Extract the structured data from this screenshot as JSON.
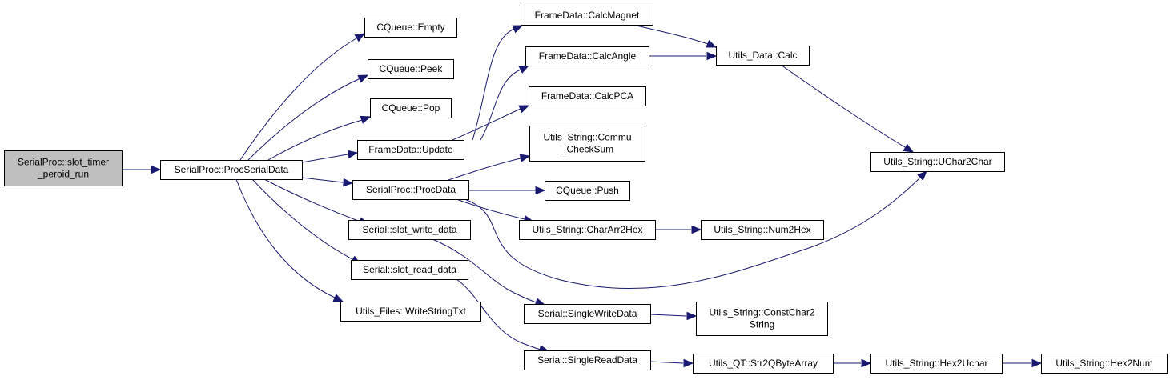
{
  "colors": {
    "edge": "#191970",
    "root_fill": "#bfbfbf",
    "node_fill": "#ffffff",
    "node_stroke": "#000000"
  },
  "nodes": [
    {
      "id": "slot_timer",
      "lines": [
        "SerialProc::slot_timer",
        "_peroid_run"
      ],
      "root": true
    },
    {
      "id": "ProcSerialData",
      "lines": [
        "SerialProc::ProcSerialData"
      ]
    },
    {
      "id": "CQ_Empty",
      "lines": [
        "CQueue::Empty"
      ]
    },
    {
      "id": "CQ_Peek",
      "lines": [
        "CQueue::Peek"
      ]
    },
    {
      "id": "CQ_Pop",
      "lines": [
        "CQueue::Pop"
      ]
    },
    {
      "id": "FD_Update",
      "lines": [
        "FrameData::Update"
      ]
    },
    {
      "id": "SP_ProcData",
      "lines": [
        "SerialProc::ProcData"
      ]
    },
    {
      "id": "S_write",
      "lines": [
        "Serial::slot_write_data"
      ]
    },
    {
      "id": "S_read",
      "lines": [
        "Serial::slot_read_data"
      ]
    },
    {
      "id": "UF_Write",
      "lines": [
        "Utils_Files::WriteStringTxt"
      ]
    },
    {
      "id": "FD_CalcMagnet",
      "lines": [
        "FrameData::CalcMagnet"
      ]
    },
    {
      "id": "FD_CalcAngle",
      "lines": [
        "FrameData::CalcAngle"
      ]
    },
    {
      "id": "FD_CalcPCA",
      "lines": [
        "FrameData::CalcPCA"
      ]
    },
    {
      "id": "US_Commu",
      "lines": [
        "Utils_String::Commu",
        "_CheckSum"
      ]
    },
    {
      "id": "CQ_Push",
      "lines": [
        "CQueue::Push"
      ]
    },
    {
      "id": "US_CharArr2Hex",
      "lines": [
        "Utils_String::CharArr2Hex"
      ]
    },
    {
      "id": "S_SingleWrite",
      "lines": [
        "Serial::SingleWriteData"
      ]
    },
    {
      "id": "S_SingleRead",
      "lines": [
        "Serial::SingleReadData"
      ]
    },
    {
      "id": "UD_Calc",
      "lines": [
        "Utils_Data::Calc"
      ]
    },
    {
      "id": "US_Num2Hex",
      "lines": [
        "Utils_String::Num2Hex"
      ]
    },
    {
      "id": "US_ConstChar2",
      "lines": [
        "Utils_String::ConstChar2",
        "String"
      ]
    },
    {
      "id": "UQ_Str2Q",
      "lines": [
        "Utils_QT::Str2QByteArray"
      ]
    },
    {
      "id": "US_Hex2Uchar",
      "lines": [
        "Utils_String::Hex2Uchar"
      ]
    },
    {
      "id": "US_UChar2Char",
      "lines": [
        "Utils_String::UChar2Char"
      ]
    },
    {
      "id": "US_Hex2Num",
      "lines": [
        "Utils_String::Hex2Num"
      ]
    }
  ],
  "edges": [
    {
      "from": "slot_timer",
      "to": "ProcSerialData"
    },
    {
      "from": "ProcSerialData",
      "to": "CQ_Empty"
    },
    {
      "from": "ProcSerialData",
      "to": "CQ_Peek"
    },
    {
      "from": "ProcSerialData",
      "to": "CQ_Pop"
    },
    {
      "from": "ProcSerialData",
      "to": "FD_Update"
    },
    {
      "from": "ProcSerialData",
      "to": "SP_ProcData"
    },
    {
      "from": "ProcSerialData",
      "to": "S_write"
    },
    {
      "from": "ProcSerialData",
      "to": "S_read"
    },
    {
      "from": "ProcSerialData",
      "to": "UF_Write"
    },
    {
      "from": "FD_Update",
      "to": "FD_CalcMagnet"
    },
    {
      "from": "FD_Update",
      "to": "FD_CalcAngle"
    },
    {
      "from": "FD_Update",
      "to": "FD_CalcPCA"
    },
    {
      "from": "FD_CalcMagnet",
      "to": "UD_Calc"
    },
    {
      "from": "FD_CalcAngle",
      "to": "UD_Calc"
    },
    {
      "from": "UD_Calc",
      "to": "US_UChar2Char"
    },
    {
      "from": "SP_ProcData",
      "to": "US_Commu"
    },
    {
      "from": "SP_ProcData",
      "to": "CQ_Push"
    },
    {
      "from": "SP_ProcData",
      "to": "US_CharArr2Hex"
    },
    {
      "from": "SP_ProcData",
      "to": "US_UChar2Char"
    },
    {
      "from": "US_CharArr2Hex",
      "to": "US_Num2Hex"
    },
    {
      "from": "S_write",
      "to": "S_SingleWrite"
    },
    {
      "from": "S_read",
      "to": "S_SingleRead"
    },
    {
      "from": "S_SingleWrite",
      "to": "US_ConstChar2"
    },
    {
      "from": "S_SingleRead",
      "to": "UQ_Str2Q"
    },
    {
      "from": "UQ_Str2Q",
      "to": "US_Hex2Uchar"
    },
    {
      "from": "US_Hex2Uchar",
      "to": "US_Hex2Num"
    }
  ]
}
